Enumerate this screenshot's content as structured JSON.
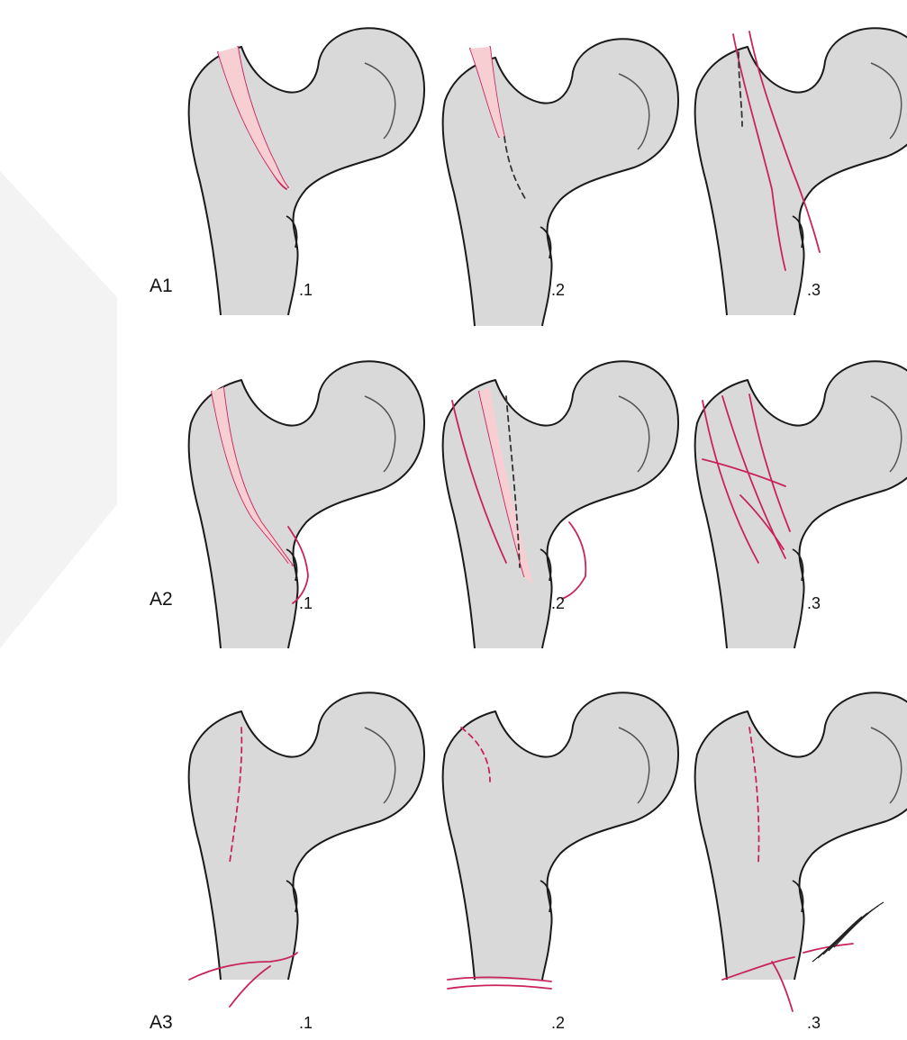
{
  "groups": [
    {
      "label": "A1",
      "panels": [
        ".1",
        ".2",
        ".3"
      ]
    },
    {
      "label": "A2",
      "panels": [
        ".1",
        ".2",
        ".3"
      ]
    },
    {
      "label": "A3",
      "panels": [
        ".1",
        ".2",
        ".3"
      ]
    }
  ],
  "colors": {
    "bone_fill": "#d9d9d9",
    "bone_outline": "#1a1a1a",
    "fracture_line": "#c8245a",
    "fragment_fill": "#f7cfd3",
    "gap_fill": "#ffffff",
    "watermark": "#f1f1f1"
  }
}
